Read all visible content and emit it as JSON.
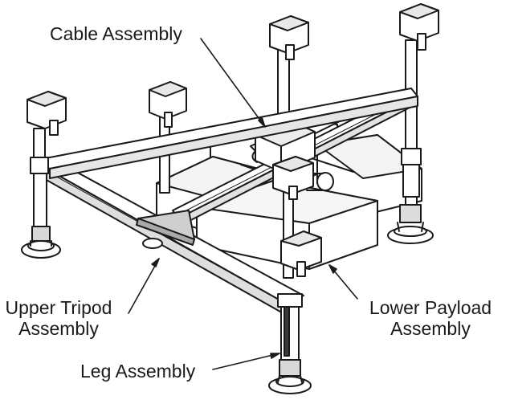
{
  "labels": {
    "cable_assembly": "Cable Assembly",
    "upper_tripod_line1": "Upper Tripod",
    "upper_tripod_line2": "Assembly",
    "lower_payload_line1": "Lower Payload",
    "lower_payload_line2": "Assembly",
    "leg_assembly": "Leg Assembly"
  },
  "colors": {
    "ink": "#1a1a1a",
    "shade": "#7a7a7a",
    "paper": "#ffffff"
  }
}
